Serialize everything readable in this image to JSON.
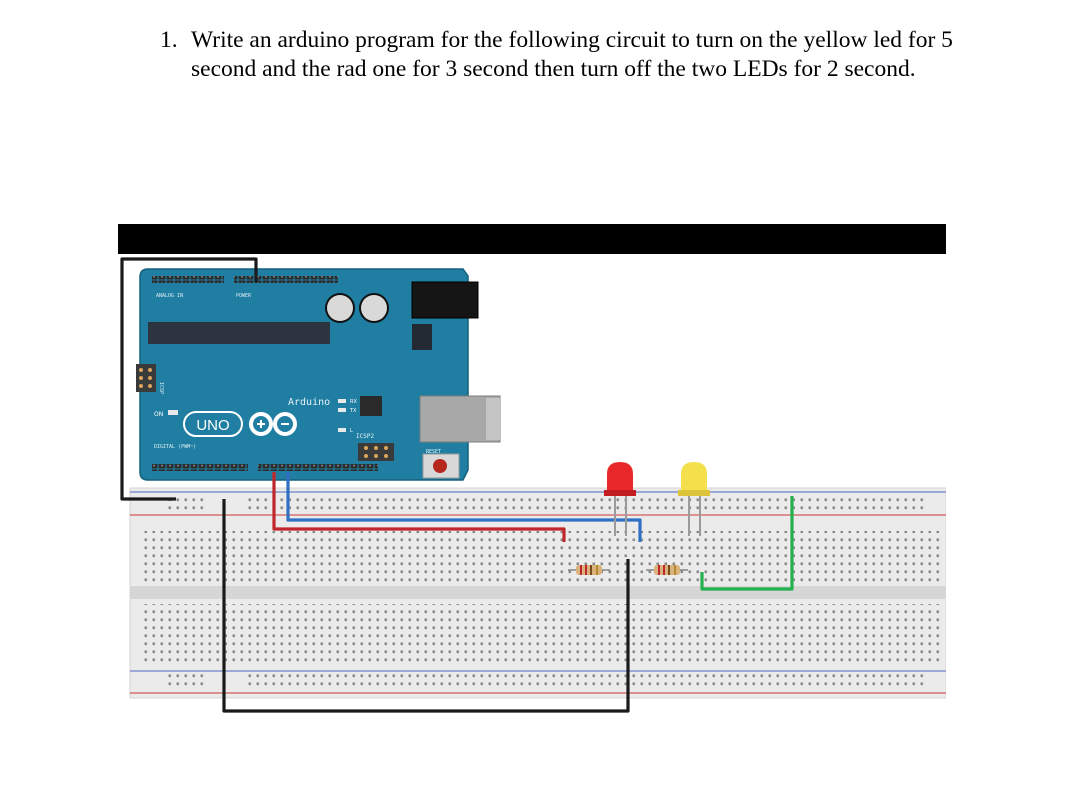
{
  "question": {
    "number": "1.",
    "text": "Write an arduino program for the following circuit to turn on the yellow led for 5 second and the rad one for 3 second then turn off the two LEDs for 2 second."
  },
  "figure": {
    "board": {
      "brand": "Arduino",
      "model": "UNO",
      "labels": {
        "digital": "DIGITAL (PWM~)",
        "analog_in": "ANALOG IN",
        "power": "POWER",
        "icsp": "ICSP",
        "icsp2": "ICSP2",
        "reset": "RESET",
        "on": "ON",
        "tx": "TX",
        "rx": "RX",
        "l": "L"
      },
      "color": "#1f7ea1"
    },
    "leds": [
      {
        "name": "red",
        "color": "#e8282a"
      },
      {
        "name": "yellow",
        "color": "#f4e04a"
      }
    ],
    "wire_colors": {
      "red": "#c0272d",
      "blue": "#2f6fc4",
      "black": "#1a1a1a",
      "green": "#22b14c"
    }
  }
}
